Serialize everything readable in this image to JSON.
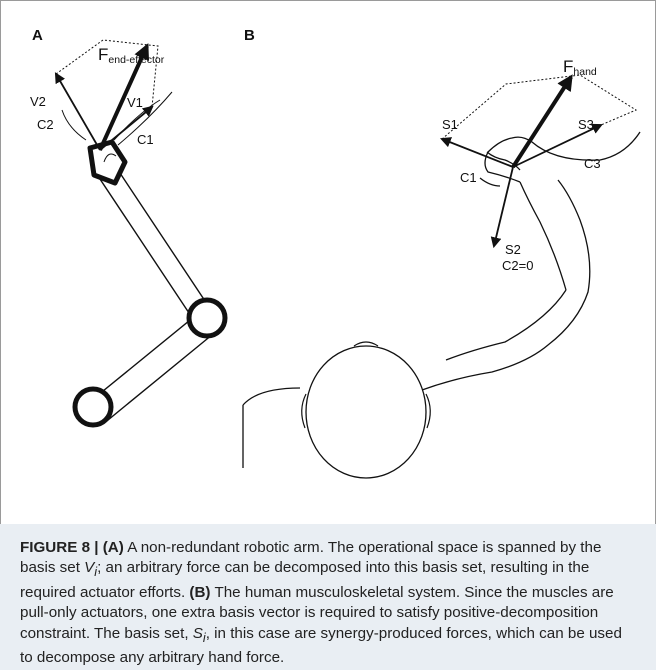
{
  "figure": {
    "panel_a": {
      "letter": "A",
      "force_main": "F",
      "force_sub": "end-effector",
      "v1": "V1",
      "v2": "V2",
      "c1": "C1",
      "c2": "C2"
    },
    "panel_b": {
      "letter": "B",
      "force_main": "F",
      "force_sub": "hand",
      "s1": "S1",
      "s2": "S2",
      "s3": "S3",
      "c1": "C1",
      "c2": "C2=0",
      "c3": "C3"
    }
  },
  "caption": {
    "label": "FIGURE 8 | ",
    "a_tag": "(A)",
    "a_text_1": " A non-redundant robotic arm. The operational space is spanned by the basis set ",
    "a_var": "V",
    "a_var_sub": "i",
    "a_text_2": "; an arbitrary force can be decomposed into this basis set, resulting in the required actuator efforts. ",
    "b_tag": "(B)",
    "b_text_1": " The human musculoskeletal system. Since the muscles are pull-only actuators, one extra basis vector is required to satisfy positive-decomposition constraint. The basis set, ",
    "b_var": "S",
    "b_var_sub": "i",
    "b_text_2": ", in this case are synergy-produced forces, which can be used to decompose any arbitrary hand force."
  }
}
